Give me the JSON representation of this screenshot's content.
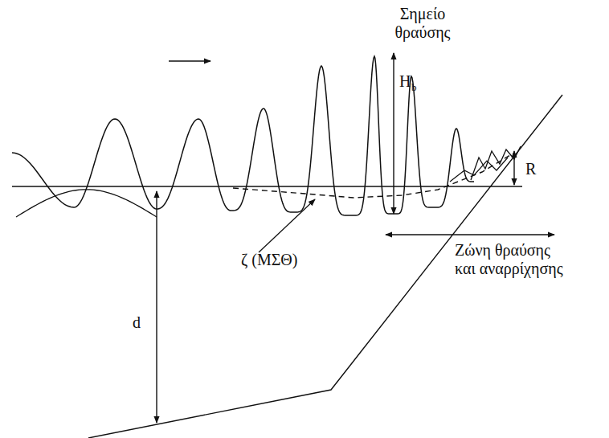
{
  "diagram": {
    "labels": [
      "Σημείο θραύσης",
      "H",
      "b",
      "R",
      "ζ (ΜΣΘ)",
      "d",
      "Ζώνη θραύσης και αναρρίχησης"
    ]
  }
}
